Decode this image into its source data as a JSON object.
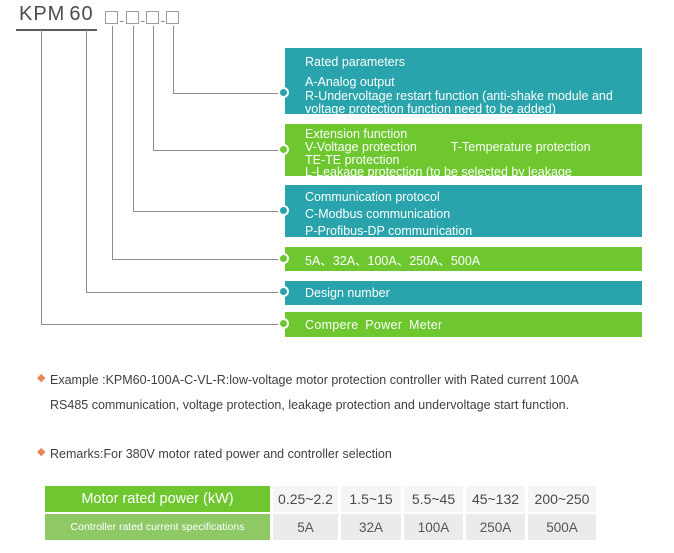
{
  "colors": {
    "teal": "#2aa4ac",
    "green": "#6ec72f",
    "green_light": "#8fc966",
    "bullet_orange": "#e8875a",
    "line_gray": "#8c8c8c"
  },
  "model_code": {
    "prefix": "KPM",
    "number": "60",
    "dash": "-"
  },
  "legend_boxes": [
    {
      "title": "Rated parameters",
      "items": [
        "A-Analog output",
        "R-Undervoltage restart function (anti-shake module and voltage protection function need to be added)"
      ]
    },
    {
      "title": "Extension function",
      "items": [
        "V-Voltage protection",
        "T-Temperature protection",
        "TE-TE protection",
        "L-Leakage protection (to be selected by leakage transformer)"
      ]
    },
    {
      "title": "Communication protocol",
      "items": [
        "C-Modbus communication",
        "P-Profibus-DP communication"
      ]
    },
    {
      "title": "5A、32A、100A、250A、500A",
      "items": []
    },
    {
      "title": "Design number",
      "items": []
    },
    {
      "title": "Compere Power Meter",
      "items": []
    }
  ],
  "example": {
    "bullet": "◆",
    "line1": "Example :KPM60-100A-C-VL-R:low-voltage motor protection controller with Rated current 100A",
    "line2": "RS485 communication, voltage protection, leakage protection and undervoltage start function."
  },
  "remarks": {
    "bullet": "◆",
    "text": "Remarks:For 380V motor rated power and controller selection"
  },
  "table": {
    "header_label": "Motor rated power (kW)",
    "header_values": [
      "0.25~2.2",
      "1.5~15",
      "5.5~45",
      "45~132",
      "200~250"
    ],
    "row_label": "Controller rated current specifications",
    "row_values": [
      "5A",
      "32A",
      "100A",
      "250A",
      "500A"
    ]
  }
}
